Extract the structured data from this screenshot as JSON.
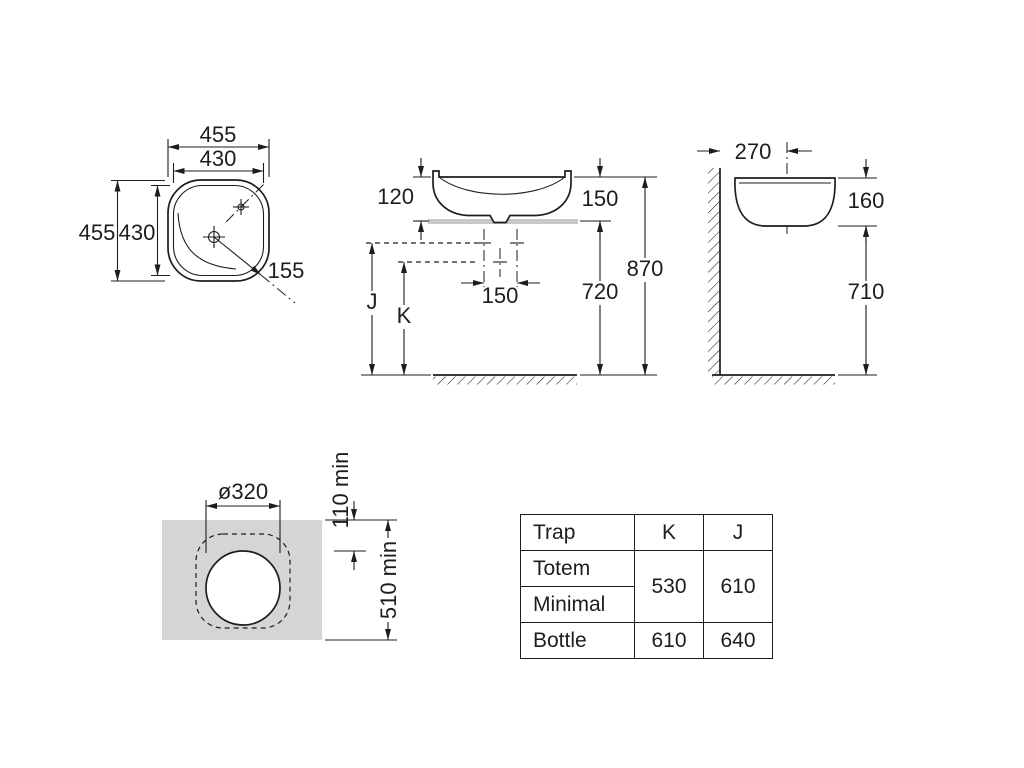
{
  "plan_view": {
    "width_outer": "455",
    "width_inner": "430",
    "height_outer": "455",
    "height_inner": "430",
    "drain_offset": "155"
  },
  "front_view": {
    "basin_height": "120",
    "rim_to_top": "150",
    "total_height": "870",
    "counter_height": "720",
    "tap_centers": "150",
    "trap_j": "J",
    "trap_k": "K"
  },
  "side_view": {
    "wall_to_center": "270",
    "basin_height": "160",
    "under_height": "710"
  },
  "cutout": {
    "hole_diameter": "ø320",
    "edge_min": "110 min",
    "depth_min": "510 min"
  },
  "trap_table": {
    "col_trap": "Trap",
    "col_k": "K",
    "col_j": "J",
    "row_totem": "Totem",
    "row_minimal": "Minimal",
    "row_bottle": "Bottle",
    "totem_minimal_k": "530",
    "totem_minimal_j": "610",
    "bottle_k": "610",
    "bottle_j": "640"
  }
}
